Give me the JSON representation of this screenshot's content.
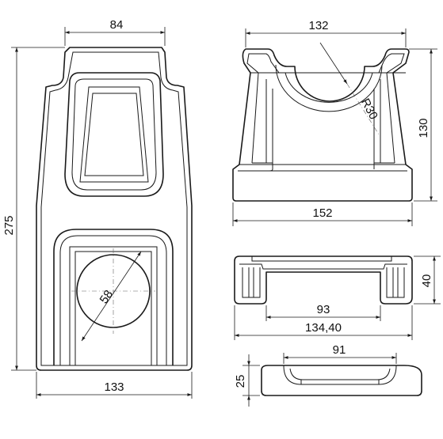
{
  "dimensions": {
    "front_top_width": "84",
    "front_height": "275",
    "front_hole_diameter": "58",
    "front_bottom_width": "133",
    "side_top_width": "132",
    "side_radius": "R30",
    "side_height": "130",
    "side_bottom_width": "152",
    "plan_height": "40",
    "plan_inner_width": "93",
    "plan_outer_width": "134,40",
    "bottom_inner_width": "91",
    "bottom_height": "25"
  }
}
